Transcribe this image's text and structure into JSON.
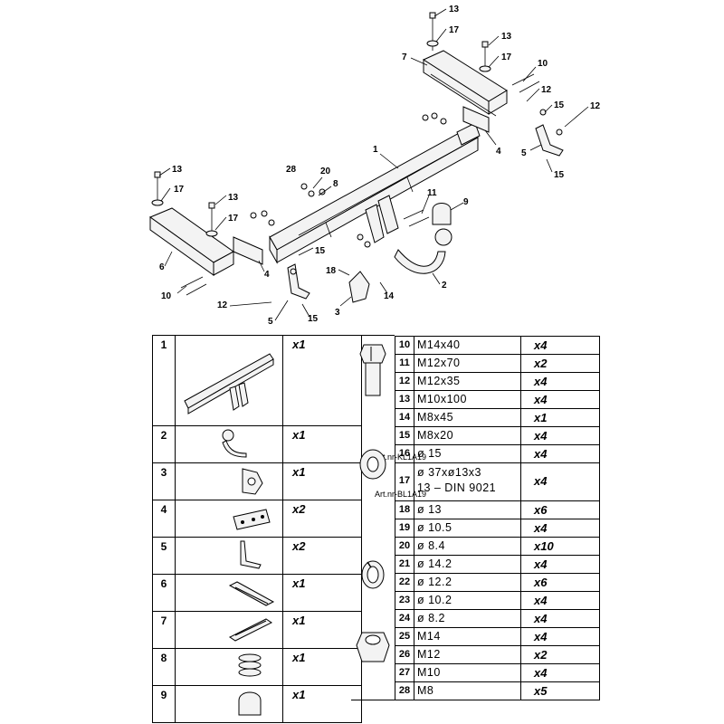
{
  "diagram": {
    "callouts": [
      {
        "id": "c13a",
        "text": "13"
      },
      {
        "id": "c17a",
        "text": "17"
      },
      {
        "id": "c13b",
        "text": "13"
      },
      {
        "id": "c17b",
        "text": "17"
      },
      {
        "id": "c7",
        "text": "7"
      },
      {
        "id": "c10a",
        "text": "10"
      },
      {
        "id": "c12a",
        "text": "12"
      },
      {
        "id": "c15a",
        "text": "15"
      },
      {
        "id": "c12b",
        "text": "12"
      },
      {
        "id": "c4a",
        "text": "4"
      },
      {
        "id": "c5a",
        "text": "5"
      },
      {
        "id": "c15b",
        "text": "15"
      },
      {
        "id": "c1",
        "text": "1"
      },
      {
        "id": "c28",
        "text": "28"
      },
      {
        "id": "c20",
        "text": "20"
      },
      {
        "id": "c8",
        "text": "8"
      },
      {
        "id": "c13c",
        "text": "13"
      },
      {
        "id": "c17c",
        "text": "17"
      },
      {
        "id": "c13d",
        "text": "13"
      },
      {
        "id": "c17d",
        "text": "17"
      },
      {
        "id": "c11",
        "text": "11"
      },
      {
        "id": "c9",
        "text": "9"
      },
      {
        "id": "c6",
        "text": "6"
      },
      {
        "id": "c15c",
        "text": "15"
      },
      {
        "id": "c4b",
        "text": "4"
      },
      {
        "id": "c10b",
        "text": "10"
      },
      {
        "id": "c18",
        "text": "18"
      },
      {
        "id": "c14",
        "text": "14"
      },
      {
        "id": "c2",
        "text": "2"
      },
      {
        "id": "c12c",
        "text": "12"
      },
      {
        "id": "c3",
        "text": "3"
      },
      {
        "id": "c5b",
        "text": "5"
      },
      {
        "id": "c15d",
        "text": "15"
      }
    ]
  },
  "parts": [
    {
      "num": "1",
      "qty": "x1",
      "art": ""
    },
    {
      "num": "2",
      "qty": "x1",
      "art": "Art.nr-KL1A19"
    },
    {
      "num": "3",
      "qty": "x1",
      "art": "Art.nr-BL1A19"
    },
    {
      "num": "4",
      "qty": "x2",
      "art": ""
    },
    {
      "num": "5",
      "qty": "x2",
      "art": ""
    },
    {
      "num": "6",
      "qty": "x1",
      "art": ""
    },
    {
      "num": "7",
      "qty": "x1",
      "art": ""
    },
    {
      "num": "8",
      "qty": "x1",
      "art": ""
    },
    {
      "num": "9",
      "qty": "x1",
      "art": ""
    }
  ],
  "hardware": [
    {
      "num": "10",
      "spec": "M14x40",
      "qty": "x4"
    },
    {
      "num": "11",
      "spec": "M12x70",
      "qty": "x2"
    },
    {
      "num": "12",
      "spec": "M12x35",
      "qty": "x4"
    },
    {
      "num": "13",
      "spec": "M10x100",
      "qty": "x4"
    },
    {
      "num": "14",
      "spec": "M8x45",
      "qty": "x1"
    },
    {
      "num": "15",
      "spec": "M8x20",
      "qty": "x4"
    },
    {
      "num": "16",
      "spec": "ø 15",
      "qty": "x4"
    },
    {
      "num": "17",
      "spec": "ø 37xø13x3",
      "spec2": "13  –  DIN 9021",
      "qty": "x4"
    },
    {
      "num": "18",
      "spec": "ø 13",
      "qty": "x6"
    },
    {
      "num": "19",
      "spec": "ø 10.5",
      "qty": "x4"
    },
    {
      "num": "20",
      "spec": "ø 8.4",
      "qty": "x10"
    },
    {
      "num": "21",
      "spec": "ø 14.2",
      "qty": "x4"
    },
    {
      "num": "22",
      "spec": "ø 12.2",
      "qty": "x6"
    },
    {
      "num": "23",
      "spec": "ø 10.2",
      "qty": "x4"
    },
    {
      "num": "24",
      "spec": "ø 8.2",
      "qty": "x4"
    },
    {
      "num": "25",
      "spec": "M14",
      "qty": "x4"
    },
    {
      "num": "26",
      "spec": "M12",
      "qty": "x2"
    },
    {
      "num": "27",
      "spec": "M10",
      "qty": "x4"
    },
    {
      "num": "28",
      "spec": "M8",
      "qty": "x5"
    }
  ]
}
